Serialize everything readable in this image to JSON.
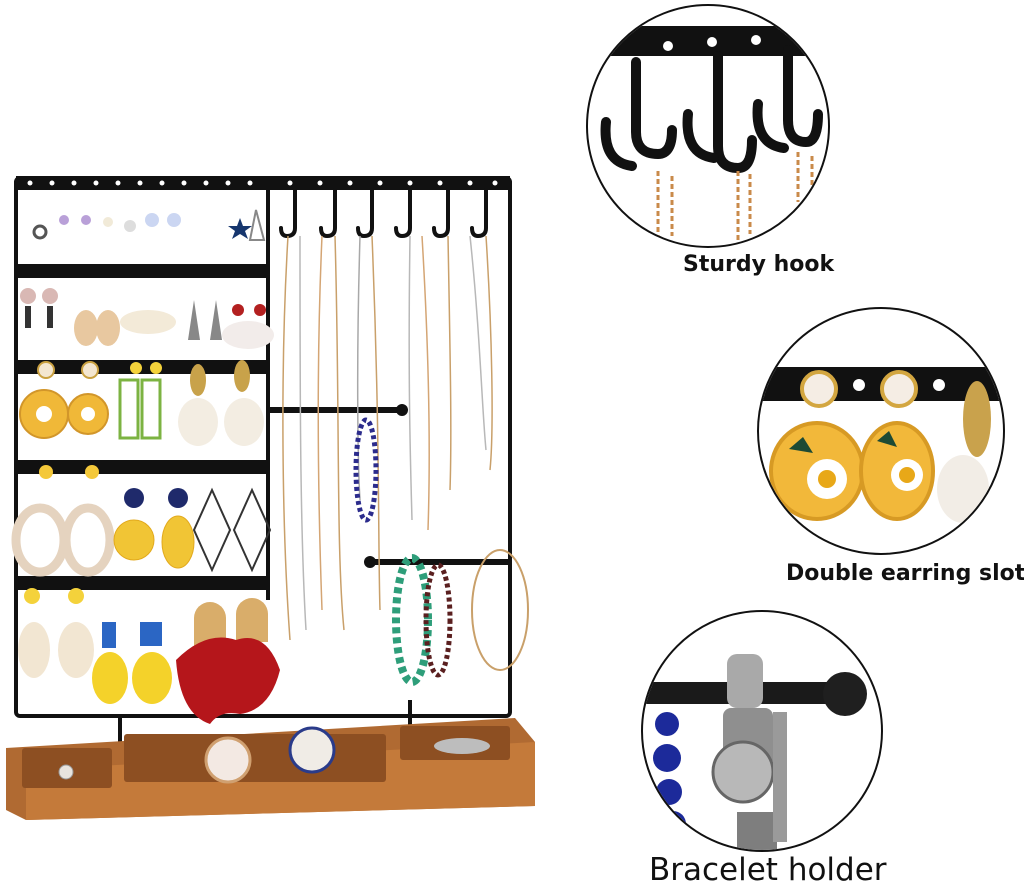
{
  "product": {
    "name": "jewelry organizer stand",
    "frame_color": "#111111",
    "base_color": "#b5703a",
    "earring_rows": 5,
    "necklace_hooks": 6
  },
  "callouts": [
    {
      "label": "Sturdy hook"
    },
    {
      "label": "Double earring slot"
    },
    {
      "label": "Bracelet holder"
    }
  ]
}
